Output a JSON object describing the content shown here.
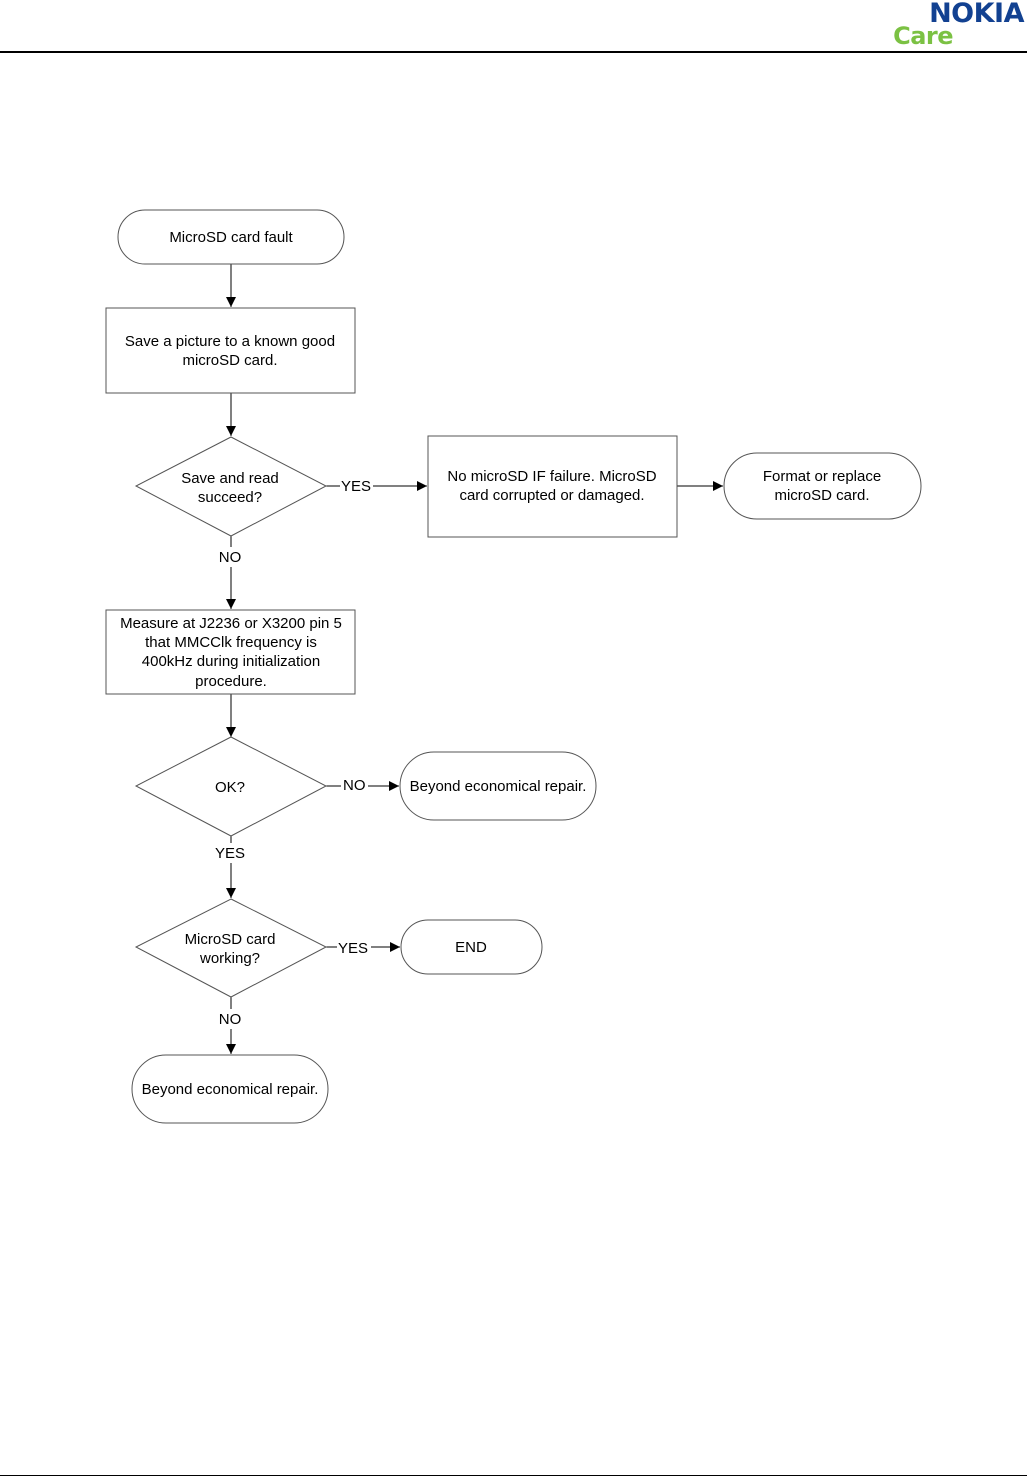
{
  "header": {
    "logo_brand": "NOKIA",
    "logo_sub": "Care",
    "brand_color": "#124191",
    "sub_color": "#7bc143"
  },
  "flowchart": {
    "nodes": {
      "start": [
        "MicroSD card fault"
      ],
      "save_picture": [
        "Save a picture to a known good",
        "microSD card."
      ],
      "save_read_decision": [
        "Save and read",
        "succeed?"
      ],
      "no_if_failure": [
        "No microSD IF failure. MicroSD",
        "card corrupted or damaged."
      ],
      "format_replace": [
        "Format or replace",
        "microSD card."
      ],
      "measure": [
        "Measure at J2236 or X3200 pin 5",
        "that MMCClk frequency is",
        "400kHz during initialization",
        "procedure."
      ],
      "ok_decision": [
        "OK?"
      ],
      "ber_1": [
        "Beyond economical repair."
      ],
      "working_decision": [
        "MicroSD card",
        "working?"
      ],
      "end": [
        "END"
      ],
      "ber_2": [
        "Beyond economical repair."
      ]
    },
    "edge_labels": {
      "save_read_yes": "YES",
      "save_read_no": "NO",
      "ok_no": "NO",
      "ok_yes": "YES",
      "working_yes": "YES",
      "working_no": "NO"
    }
  }
}
